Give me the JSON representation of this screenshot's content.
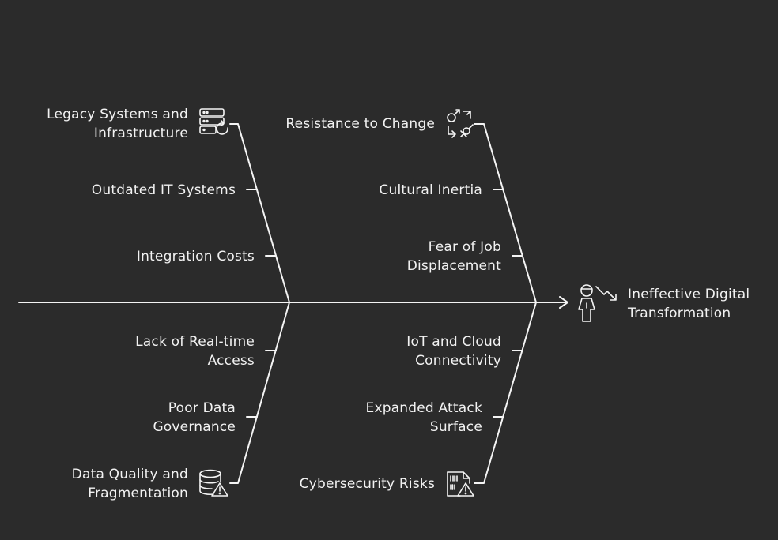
{
  "effect": {
    "line1": "Ineffective Digital",
    "line2": "Transformation",
    "icon": "person-down-trend-icon"
  },
  "categories": {
    "legacy": {
      "line1": "Legacy Systems and",
      "line2": "Infrastructure",
      "icon": "server-refresh-icon"
    },
    "change": {
      "line1": "Resistance to Change",
      "icon": "gender-swap-icon"
    },
    "data": {
      "line1": "Data Quality and",
      "line2": "Fragmentation",
      "icon": "database-warning-icon"
    },
    "cyber": {
      "line1": "Cybersecurity Risks",
      "icon": "binary-file-warning-icon"
    }
  },
  "causes": {
    "outdated_it": "Outdated IT Systems",
    "integration_costs": "Integration Costs",
    "cultural_inertia": "Cultural Inertia",
    "fear_job_1": "Fear of Job",
    "fear_job_2": "Displacement",
    "realtime_1": "Lack of Real-time",
    "realtime_2": "Access",
    "governance_1": "Poor Data",
    "governance_2": "Governance",
    "iot_1": "IoT and Cloud",
    "iot_2": "Connectivity",
    "attack_1": "Expanded Attack",
    "attack_2": "Surface"
  }
}
